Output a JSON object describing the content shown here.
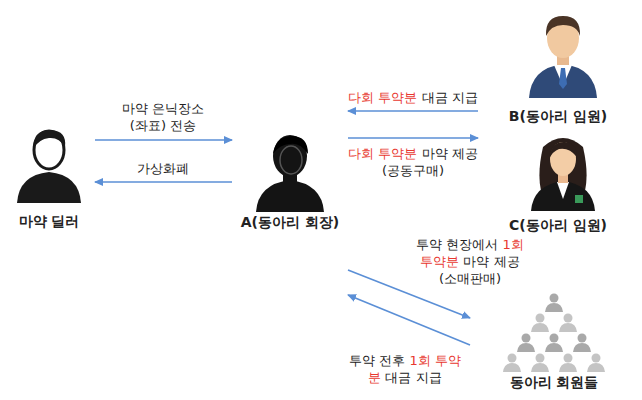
{
  "diagram": {
    "nodes": [
      {
        "text": [
          "마약 딜러"
        ]
      },
      {
        "text": [
          "A(동아리 회장)"
        ]
      },
      {
        "text": [
          "B(동아리 임원)"
        ]
      },
      {
        "text": [
          "C(동아리 임원)"
        ]
      },
      {
        "text": [
          "동아리 회원들"
        ]
      }
    ],
    "edges": [
      {
        "from": 0,
        "to": 1,
        "label": "마약 은닉장소 (좌표) 전송",
        "arrow": "to"
      },
      {
        "from": 1,
        "to": 0,
        "label": "가상화폐",
        "arrow": "to"
      },
      {
        "from": 2,
        "to": 1,
        "label": "다회 투약분 대금 지급",
        "arrow": "to"
      },
      {
        "from": 1,
        "to": 3,
        "label": "다회 투약분 마약 제공 (공동구매)",
        "arrow": "to"
      },
      {
        "from": 1,
        "to": 4,
        "label": "투약 현장에서 1회 투약분 마약 제공 (소매판매)",
        "arrow": "to"
      },
      {
        "from": 4,
        "to": 1,
        "label": "투약 전후 1회 투약분 대금 지급",
        "arrow": "to"
      }
    ]
  }
}
